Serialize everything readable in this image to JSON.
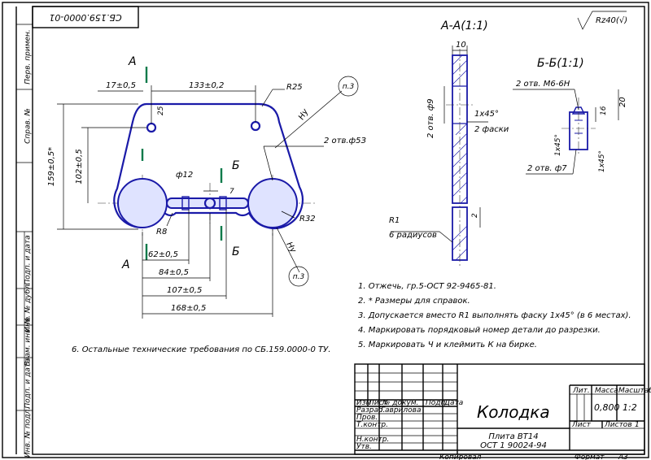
{
  "doc_number_rotated": "СБ.159.0000-01",
  "sections": {
    "aa_title": "А-А(1:1)",
    "bb_title": "Б-Б(1:1)",
    "roughness": "Rz40(√)",
    "label_a": "А",
    "label_b": "Б"
  },
  "dimensions": {
    "d17": "17±0,5",
    "d133": "133±0,2",
    "r25": "R25",
    "d25": "25",
    "d159": "159±0,5*",
    "d102": "102±0,5",
    "hole53": "2 отв.ф5З",
    "d12": "ф12",
    "d7": "7",
    "r8": "R8",
    "r32": "R32",
    "d62": "62±0,5",
    "d84": "84±0,5",
    "d107": "107±0,5",
    "d168": "168±0,5",
    "nu1": "Ну",
    "nu2": "Ну",
    "d10": "10",
    "chamfer": "1x45°",
    "two_chamfers": "2 фаски",
    "hole9": "2 отв. ф9",
    "r1": "R1",
    "six_radii": "6 радиусов",
    "d2": "2",
    "m6": "2 отв. М6-6Н",
    "d16": "16",
    "d20": "20",
    "bb_chamfer1": "1x45°",
    "bb_chamfer2": "1x45°",
    "hole7": "2 отв. ф7",
    "callout": "п.3"
  },
  "notes": [
    "1. Отжечь, гр.5-ОСТ 92-9465-81.",
    "2. * Размеры для справок.",
    "3. Допускается вместо R1 выполнять фаску 1х45° (в 6 местах).",
    "4. Маркировать порядковый номер детали до разрезки.",
    "5. Маркировать Ч и клеймить К на бирке."
  ],
  "note6": "6. Остальные технические требования по СБ.159.0000-0 ТУ.",
  "side_strip": [
    "Перв. примен.",
    "Справ. №",
    "Подп. и дата",
    "Инв. № дубл.",
    "Взам. инв. №",
    "Подп. и дата",
    "Инв. № подл."
  ],
  "title_block": {
    "part_name": "Колодка",
    "material_line1": "Плита ВТ14",
    "material_line2": "ОСТ 1 90024-94",
    "col_headers": [
      "Изм",
      "Лист",
      "№ докум.",
      "Подп.",
      "Дата"
    ],
    "roles": [
      "Разраб.",
      "Пров.",
      "Т.контр.",
      "Н.контр.",
      "Утв."
    ],
    "developer": "Гаврилова",
    "lit_label": "Лит.",
    "mass_label": "Масса",
    "scale_label": "Масштаб",
    "mass": "0,800",
    "scale": "1:2",
    "sheet_label": "Лист",
    "sheets_label": "Листов",
    "sheets": "1",
    "copied": "Копировал",
    "format_label": "Формат",
    "format": "А3"
  }
}
